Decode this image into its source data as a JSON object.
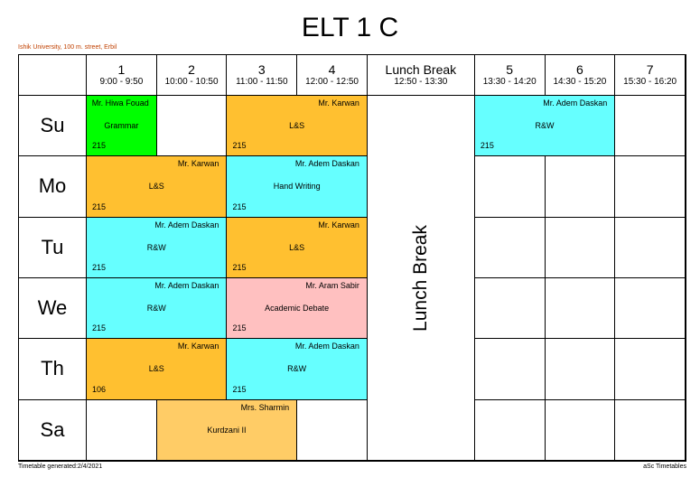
{
  "title": "ELT 1 C",
  "school": "Ishik University, 100 m. street, Erbil",
  "footer": {
    "generated": "Timetable generated:2/4/2021",
    "brand": "aSc Timetables"
  },
  "periods": [
    {
      "num": "1",
      "time": "9:00 - 9:50"
    },
    {
      "num": "2",
      "time": "10:00 - 10:50"
    },
    {
      "num": "3",
      "time": "11:00 - 11:50"
    },
    {
      "num": "4",
      "time": "12:00 - 12:50"
    },
    {
      "num": "Lunch Break",
      "time": "12:50 - 13:30",
      "lunch": true
    },
    {
      "num": "5",
      "time": "13:30 - 14:20"
    },
    {
      "num": "6",
      "time": "14:30 - 15:20"
    },
    {
      "num": "7",
      "time": "15:30 - 16:20"
    }
  ],
  "lunch_label": "Lunch Break",
  "days": [
    "Su",
    "Mo",
    "Tu",
    "We",
    "Th",
    "Sa"
  ],
  "colors": {
    "green": "#00ff00",
    "orange": "#ffc030",
    "cyan": "#66ffff",
    "pink": "#ffc0c0",
    "lightorange": "#ffcc66"
  },
  "lessons": [
    {
      "day": 0,
      "period": 1,
      "span": 1,
      "subject": "Grammar",
      "teacher": "Mr. Hiwa Fouad",
      "room": "215",
      "color": "green"
    },
    {
      "day": 0,
      "period": 3,
      "span": 2,
      "subject": "L&S",
      "teacher": "Mr. Karwan",
      "room": "215",
      "color": "orange"
    },
    {
      "day": 0,
      "period": 5,
      "span": 2,
      "subject": "R&W",
      "teacher": "Mr. Adem Daskan",
      "room": "215",
      "color": "cyan"
    },
    {
      "day": 1,
      "period": 1,
      "span": 2,
      "subject": "L&S",
      "teacher": "Mr. Karwan",
      "room": "215",
      "color": "orange"
    },
    {
      "day": 1,
      "period": 3,
      "span": 2,
      "subject": "Hand Writing",
      "teacher": "Mr. Adem Daskan",
      "room": "215",
      "color": "cyan"
    },
    {
      "day": 2,
      "period": 1,
      "span": 2,
      "subject": "R&W",
      "teacher": "Mr. Adem Daskan",
      "room": "215",
      "color": "cyan"
    },
    {
      "day": 2,
      "period": 3,
      "span": 2,
      "subject": "L&S",
      "teacher": "Mr. Karwan",
      "room": "215",
      "color": "orange"
    },
    {
      "day": 3,
      "period": 1,
      "span": 2,
      "subject": "R&W",
      "teacher": "Mr. Adem Daskan",
      "room": "215",
      "color": "cyan"
    },
    {
      "day": 3,
      "period": 3,
      "span": 2,
      "subject": "Academic Debate",
      "teacher": "Mr. Aram Sabir",
      "room": "215",
      "color": "pink"
    },
    {
      "day": 4,
      "period": 1,
      "span": 2,
      "subject": "L&S",
      "teacher": "Mr. Karwan",
      "room": "106",
      "color": "orange"
    },
    {
      "day": 4,
      "period": 3,
      "span": 2,
      "subject": "R&W",
      "teacher": "Mr. Adem Daskan",
      "room": "215",
      "color": "cyan"
    },
    {
      "day": 5,
      "period": 2,
      "span": 2,
      "subject": "Kurdzani II",
      "teacher": "Mrs. Sharmin",
      "room": "",
      "color": "lightorange"
    }
  ]
}
